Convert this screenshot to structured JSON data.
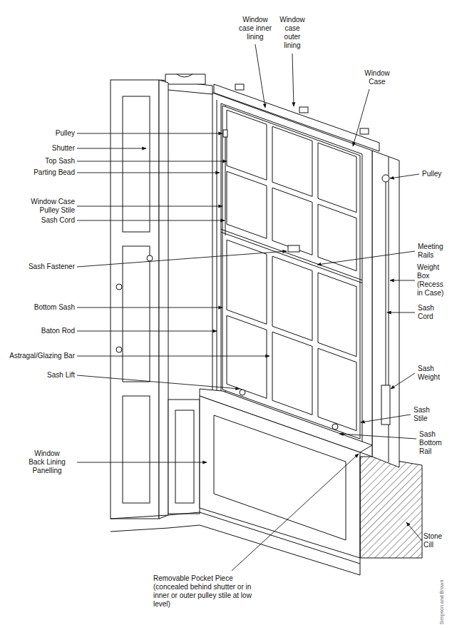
{
  "diagram": {
    "labels": [
      "Window case inner lining",
      "Window case outer lining",
      "Window Case",
      "Pulley",
      "Shutter",
      "Top Sash",
      "Parting Bead",
      "Window Case Pulley Stile",
      "Sash Cord",
      "Pulley",
      "Meeting Rails",
      "Sash Fastener",
      "Weight Box (Recess in Case)",
      "Sash Cord",
      "Bottom Sash",
      "Baton Rod",
      "Astragal/Glazing Bar",
      "Sash Lift",
      "Sash Weight",
      "Sash Stile",
      "Sash Bottom Rail",
      "Window Back Lining Panelling",
      "Stone Cill",
      "Removable Pocket Piece (concealed behind shutter or in inner or outer pulley stile at low level)",
      "Simpson and Brown"
    ]
  }
}
